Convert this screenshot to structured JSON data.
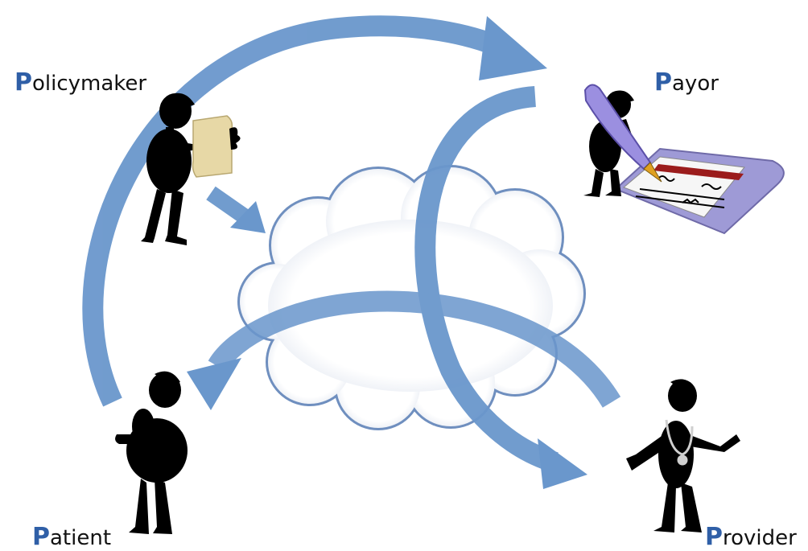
{
  "diagram": {
    "actors": [
      {
        "id": "policymaker",
        "initial": "P",
        "rest": "olicymaker"
      },
      {
        "id": "payor",
        "initial": "P",
        "rest": "ayor"
      },
      {
        "id": "patient",
        "initial": "P",
        "rest": "atient"
      },
      {
        "id": "provider",
        "initial": "P",
        "rest": "rovider"
      }
    ],
    "colors": {
      "arrow": "#6a97cc",
      "label_initial": "#2f5fa7",
      "silhouette": "#000000",
      "cloud_edge": "#6f8fbf",
      "pen": "#9b8fe0",
      "checkbook": "#9e9ad6",
      "check_stripe": "#9b1c1c",
      "paper": "#e7d8a6"
    },
    "icons": [
      "policymaker-figure-icon",
      "payor-figure-icon",
      "patient-figure-icon",
      "provider-figure-icon",
      "cloud-icon",
      "document-icon",
      "pen-icon",
      "checkbook-icon",
      "stethoscope-icon"
    ]
  }
}
